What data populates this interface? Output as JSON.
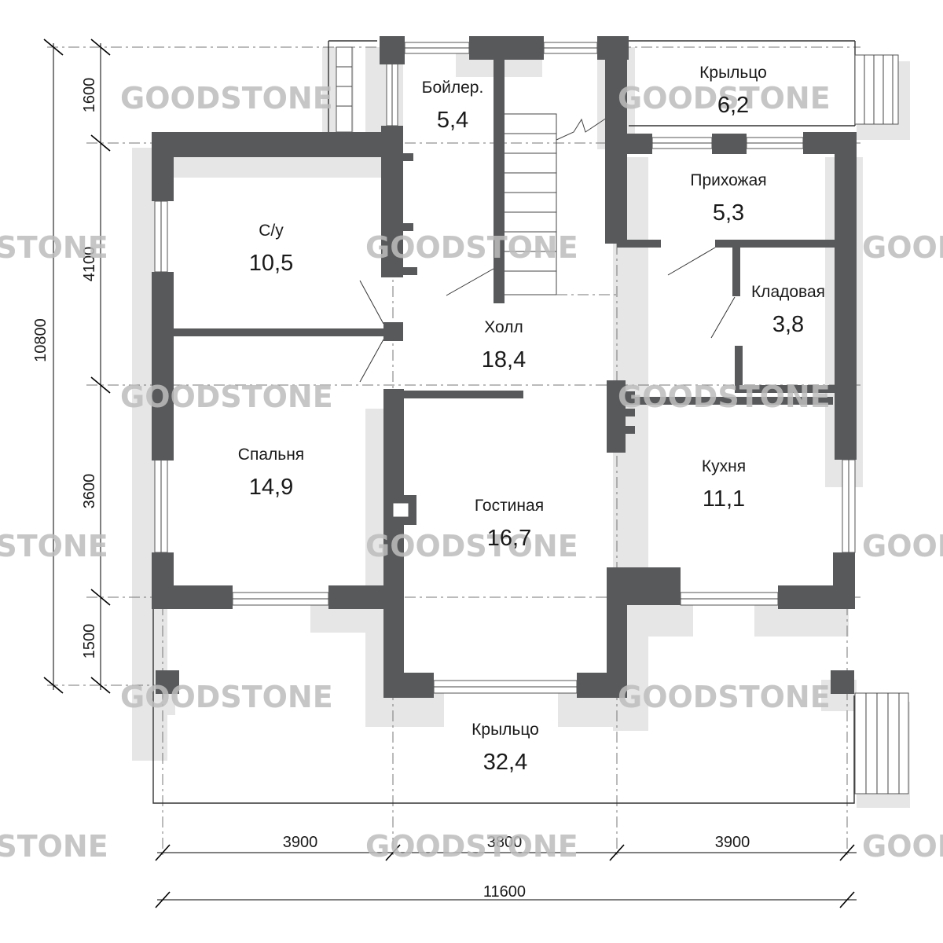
{
  "rooms": [
    {
      "id": "boiler",
      "name": "Бойлер.",
      "area": "5,4"
    },
    {
      "id": "porch-top",
      "name": "Крыльцо",
      "area": "6,2"
    },
    {
      "id": "hallway",
      "name": "Прихожая",
      "area": "5,3"
    },
    {
      "id": "bathroom",
      "name": "С/у",
      "area": "10,5"
    },
    {
      "id": "pantry",
      "name": "Кладовая",
      "area": "3,8"
    },
    {
      "id": "hall",
      "name": "Холл",
      "area": "18,4"
    },
    {
      "id": "bedroom",
      "name": "Спальня",
      "area": "14,9"
    },
    {
      "id": "kitchen",
      "name": "Кухня",
      "area": "11,1"
    },
    {
      "id": "living",
      "name": "Гостиная",
      "area": "16,7"
    },
    {
      "id": "porch-bottom",
      "name": "Крыльцо",
      "area": "32,4"
    }
  ],
  "dimensions": {
    "vertical": [
      "1600",
      "4100",
      "3600",
      "1500"
    ],
    "vertical_total": "10800",
    "horizontal": [
      "3900",
      "3800",
      "3900"
    ],
    "horizontal_total": "11600"
  },
  "watermark": "GOODSTONE",
  "colors": {
    "wall": "#58595b",
    "shadow": "#e6e6e6",
    "watermark": "#bdbdbd"
  }
}
